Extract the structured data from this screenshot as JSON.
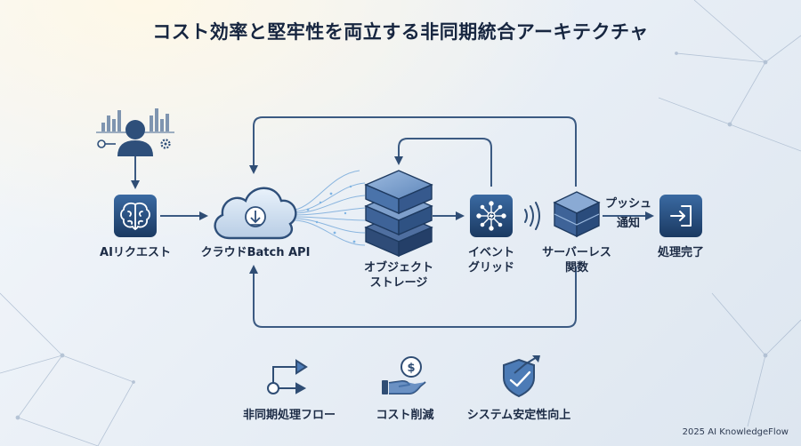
{
  "title": "コスト効率と堅牢性を両立する非同期統合アーキテクチャ",
  "nodes": {
    "ai_request": {
      "label": "AIリクエスト",
      "icon": "brain-icon"
    },
    "batch_api": {
      "label": "クラウドBatch API",
      "icon": "cloud-download-icon"
    },
    "object_storage": {
      "line1": "オブジェクト",
      "line2": "ストレージ",
      "icon": "layered-storage-icon"
    },
    "event_grid": {
      "line1": "イベント",
      "line2": "グリッド",
      "icon": "event-network-icon"
    },
    "serverless": {
      "line1": "サーバーレス",
      "line2": "関数",
      "icon": "cube-icon"
    },
    "done": {
      "label": "処理完了",
      "icon": "sign-in-icon"
    }
  },
  "push": {
    "line1": "プッシュ",
    "line2": "通知"
  },
  "legend": [
    {
      "label": "非同期処理フロー",
      "icon": "async-flow-icon"
    },
    {
      "label": "コスト削減",
      "icon": "coin-hand-icon"
    },
    {
      "label": "システム安定性向上",
      "icon": "shield-growth-icon"
    }
  ],
  "footer": "2025 AI KnowledgeFlow",
  "colors": {
    "primary": "#1f3f66",
    "accent": "#2d5d94",
    "tile": "#22446d",
    "line": "#3b5a82"
  }
}
